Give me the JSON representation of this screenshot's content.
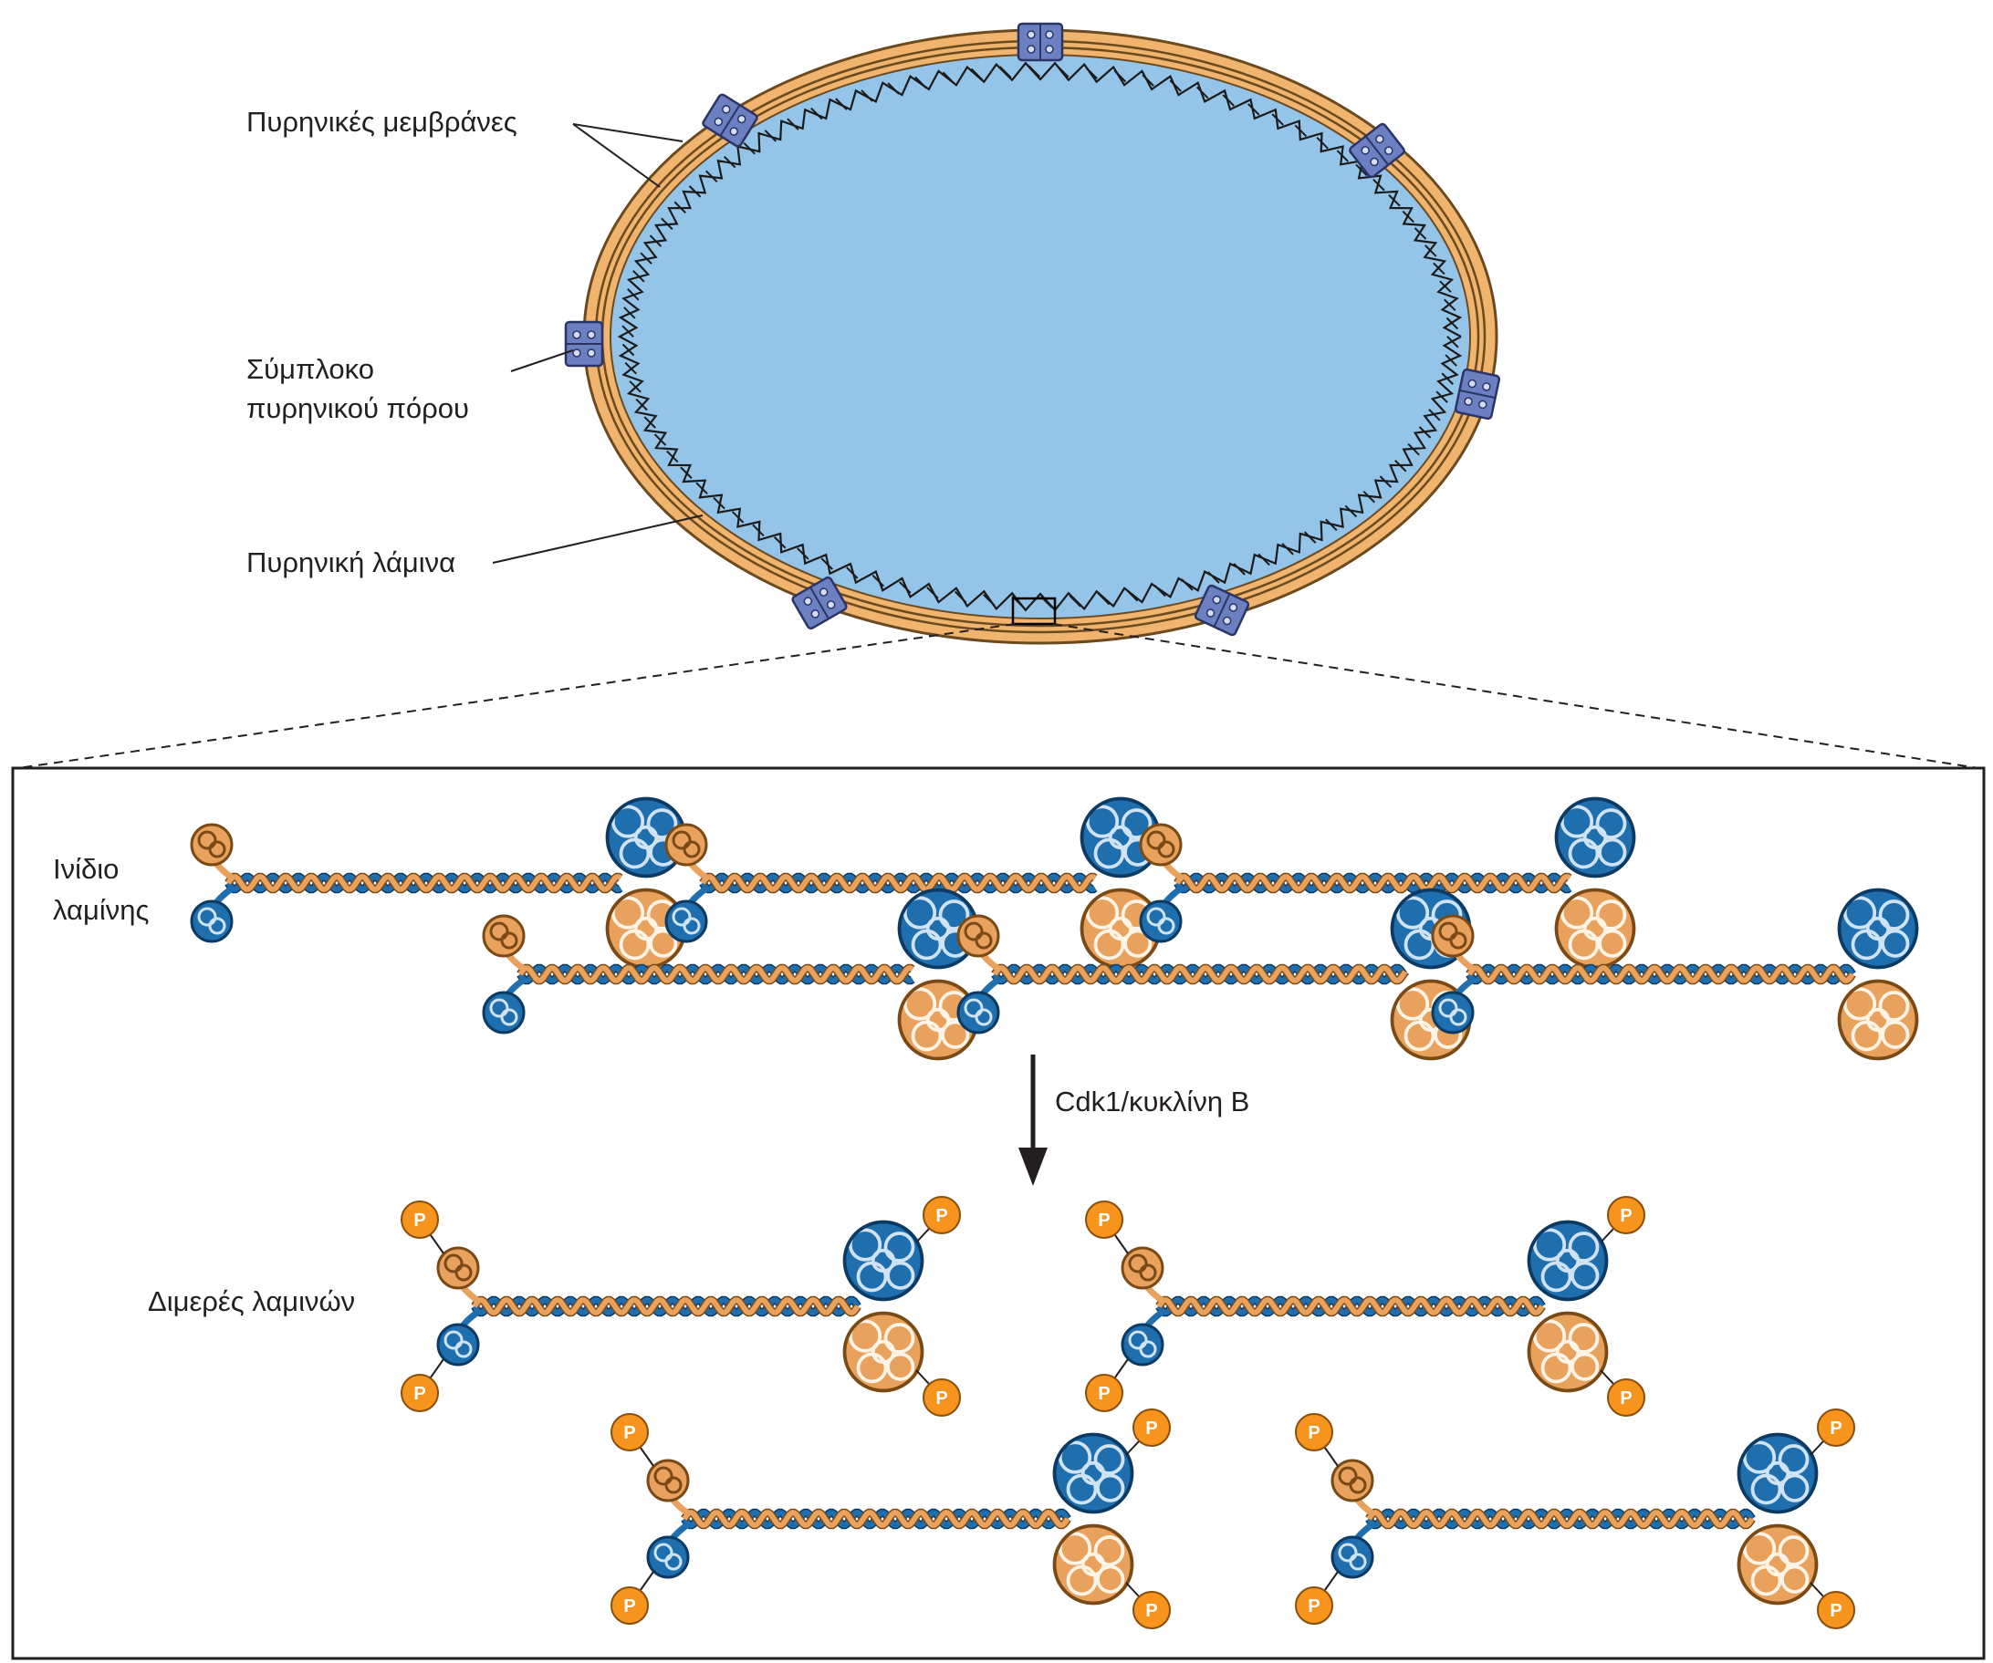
{
  "labels": {
    "nuclear_membranes": "Πυρηνικές μεμβράνες",
    "pore_complex_line1": "Σύμπλοκο",
    "pore_complex_line2": "πυρηνικού πόρου",
    "nuclear_lamina": "Πυρηνική λάμινα",
    "lamin_filament_line1": "Ινίδιο",
    "lamin_filament_line2": "λαμίνης",
    "enzyme": "Cdk1/κυκλίνη B",
    "lamin_dimers": "Διμερές λαμινών",
    "phosphate": "P"
  },
  "colors": {
    "nucleoplasm": "#94c4e8",
    "membrane": "#f0b46e",
    "membrane_outline": "#6b4a20",
    "pore": "#6b7fc1",
    "lamin_orange": "#e8a25e",
    "lamin_blue": "#1f6fae",
    "phosphate": "#f7941d"
  }
}
